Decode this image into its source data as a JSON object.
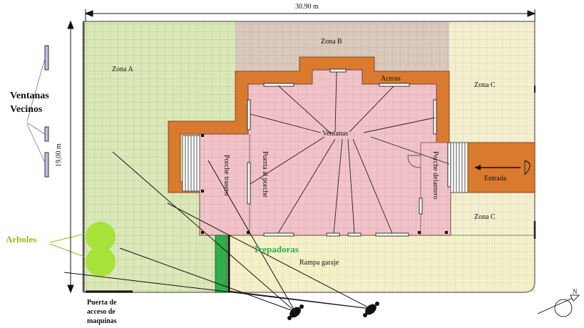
{
  "dimensions": {
    "width_label": "30.90 m",
    "height_label": "19,00 m"
  },
  "zones": {
    "zone_a": "Zona A",
    "zone_b": "Zona B",
    "zone_c_top": "Zona C",
    "zone_c_bottom": "Zona C"
  },
  "house": {
    "aceras": "Aceras",
    "ventanas": "Ventanas",
    "porche_trasero": "Porche trasero",
    "puerta_al_porche": "Puerta al porche",
    "porche_delantero": "Porche delantero",
    "entrada": "Entrada"
  },
  "site": {
    "rampa_garaje": "Rampa garaje",
    "trepadoras": "Trepadoras",
    "arboles": "Arboles",
    "ventanas_vecinos": [
      "Ventanas",
      "Vecinos"
    ],
    "puerta_maquinas": [
      "Puerta de",
      "acceso de",
      "maquinas"
    ],
    "north": "N"
  },
  "colors": {
    "zone_a_fill": "#dbe8b8",
    "zone_b_fill": "#d9c8bc",
    "zone_c_fill": "#f3efcf",
    "grid_line": "#a8b48a",
    "house_fill": "#f1c3c8",
    "wall_orange": "#d97a2e",
    "trees": "#a6e23a",
    "climbers": "#2fae4a",
    "climbers_label": "#2fae4a",
    "arboles_label": "#8cbf1e"
  }
}
